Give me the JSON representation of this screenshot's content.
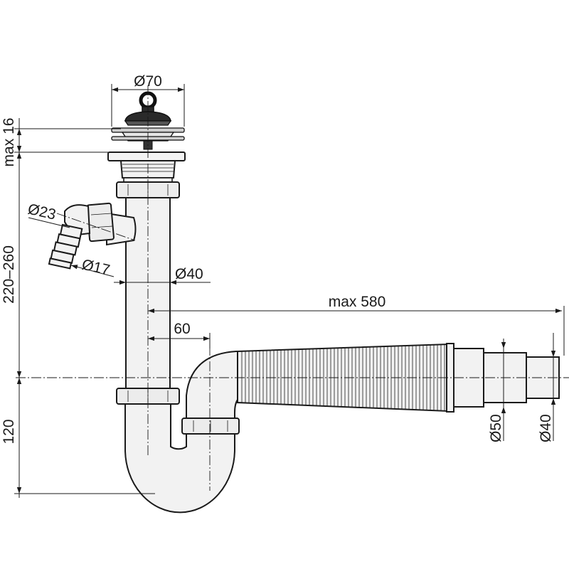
{
  "dimensions": {
    "plug_diameter": "Ø70",
    "top_height": "max 16",
    "tube_height": "220–260",
    "trap_height": "120",
    "inlet_diameter_outer": "Ø23",
    "inlet_diameter_inner": "Ø17",
    "pipe_diameter": "Ø40",
    "max_length": "max 580",
    "offset": "60",
    "outlet_diameter_large": "Ø50",
    "outlet_diameter_small": "Ø40"
  },
  "colors": {
    "line": "#1a1a1a",
    "fill": "#f2f2f2",
    "plug": "#2a2a2a"
  }
}
